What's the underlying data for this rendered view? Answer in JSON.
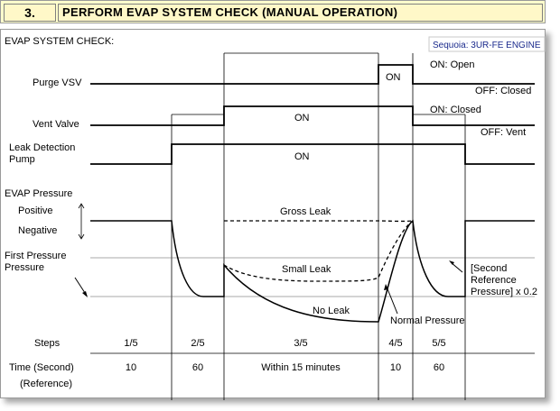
{
  "header": {
    "number": "3.",
    "title": "PERFORM EVAP SYSTEM CHECK (MANUAL OPERATION)"
  },
  "diagram": {
    "title": "EVAP SYSTEM CHECK:",
    "vehicle_tag": "Sequoia: 3UR-FE ENGINE",
    "signals": {
      "purge_vsv": {
        "label": "Purge VSV",
        "on": "ON",
        "on_state": "ON: Open",
        "off_state": "OFF: Closed"
      },
      "vent_valve": {
        "label": "Vent Valve",
        "on": "ON",
        "on_state": "ON: Closed",
        "off_state": "OFF: Vent"
      },
      "leak_pump": {
        "label_line1": "Leak Detection",
        "label_line2": "Pump",
        "on": "ON"
      }
    },
    "pressure": {
      "title": "EVAP Pressure",
      "positive": "Positive",
      "negative": "Negative",
      "first_ref_line1": "First Pressure",
      "first_ref_line2": "Pressure",
      "gross_leak": "Gross Leak",
      "small_leak": "Small Leak",
      "no_leak": "No Leak",
      "normal_pressure": "Normal Pressure",
      "second_ref_line1": "[Second",
      "second_ref_line2": "Reference",
      "second_ref_line3": "Pressure] x 0.2"
    },
    "table": {
      "steps_label": "Steps",
      "time_label": "Time (Second)",
      "reference_label": "(Reference)",
      "steps": [
        "1/5",
        "2/5",
        "3/5",
        "4/5",
        "5/5"
      ],
      "times": [
        "10",
        "60",
        "Within 15 minutes",
        "10",
        "60"
      ]
    }
  }
}
